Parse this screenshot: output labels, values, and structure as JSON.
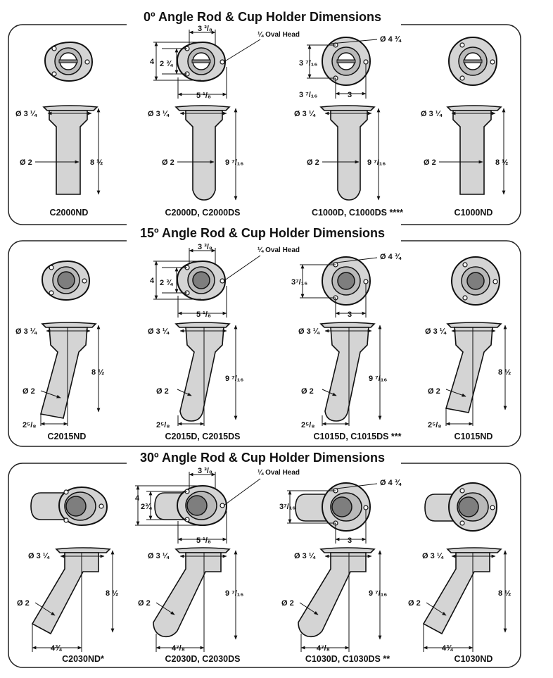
{
  "sections": [
    {
      "title": "0º Angle Rod & Cup Holder Dimensions",
      "units": [
        {
          "model": "C2000ND",
          "flange": "Ø 3 ¼",
          "tube": "Ø 2",
          "depth": "8 ½"
        },
        {
          "model": "C2000D, C2000DS",
          "flange": "Ø 3 ¼",
          "tube": "Ø 2",
          "depth": "9 ⁷/₁₆",
          "head_width": "3 ³/₈",
          "head_length": "5 ¹/₈",
          "head_height": "4",
          "inner_height": "2 ¾",
          "callout": "¼ Oval Head"
        },
        {
          "model": "C1000D, C1000DS ****",
          "flange": "Ø 3 ¼",
          "tube": "Ø 2",
          "depth": "9 ⁷/₁₆",
          "round_dia": "Ø 4 ¾",
          "round_h1": "3 ⁷/₁₆",
          "round_h2": "3 ⁷/₁₆",
          "round_w": "3"
        },
        {
          "model": "C1000ND",
          "flange": "Ø 3 ¼",
          "tube": "Ø 2",
          "depth": "8 ½"
        }
      ]
    },
    {
      "title": "15º Angle Rod & Cup Holder Dimensions",
      "units": [
        {
          "model": "C2015ND",
          "flange": "Ø 3 ¼",
          "tube": "Ø 2",
          "depth": "8 ½",
          "offset": "2⁵/₈"
        },
        {
          "model": "C2015D, C2015DS",
          "flange": "Ø 3 ¼",
          "tube": "Ø 2",
          "depth": "9 ⁷/₁₆",
          "offset": "2⁵/₈",
          "head_width": "3 ³/₈",
          "head_length": "5 ¹/₈",
          "head_height": "4",
          "inner_height": "2 ¾",
          "callout": "¼ Oval Head"
        },
        {
          "model": "C1015D, C1015DS ***",
          "flange": "Ø 3 ¼",
          "tube": "Ø 2",
          "depth": "9 ⁷/₁₆",
          "offset": "2⁵/₈",
          "round_dia": "Ø 4 ¾",
          "round_h1": "3⁷/₁₆",
          "round_w": "3"
        },
        {
          "model": "C1015ND",
          "flange": "Ø 3 ¼",
          "tube": "Ø 2",
          "depth": "8 ½",
          "offset": "2⁵/₈"
        }
      ]
    },
    {
      "title": "30º Angle Rod & Cup Holder Dimensions",
      "units": [
        {
          "model": "C2030ND*",
          "flange": "Ø 3 ¼",
          "tube": "Ø 2",
          "depth": "8 ½",
          "offset": "4¾"
        },
        {
          "model": "C2030D, C2030DS",
          "flange": "Ø 3 ¼",
          "tube": "Ø 2",
          "depth": "9 ⁷/₁₆",
          "offset": "4⁷/₈",
          "head_width": "3 ³/₈",
          "head_length": "5 ¹/₈",
          "head_height": "4",
          "inner_height": "2¾",
          "callout": "¼ Oval Head"
        },
        {
          "model": "C1030D, C1030DS **",
          "flange": "Ø 3 ¼",
          "tube": "Ø 2",
          "depth": "9 ⁷/₁₆",
          "offset": "4⁷/₈",
          "round_dia": "Ø 4 ¾",
          "round_h1": "3⁷/₁₆",
          "round_w": "3"
        },
        {
          "model": "C1030ND",
          "flange": "Ø 3 ¼",
          "tube": "Ø 2",
          "depth": "8 ½",
          "offset": "4¾"
        }
      ]
    }
  ],
  "colors": {
    "body_fill": "#d4d4d4",
    "inner_fill": "#b9b9b9",
    "hole_fill": "#7e7e7e",
    "stroke": "#111111",
    "panel_border": "#222222"
  }
}
